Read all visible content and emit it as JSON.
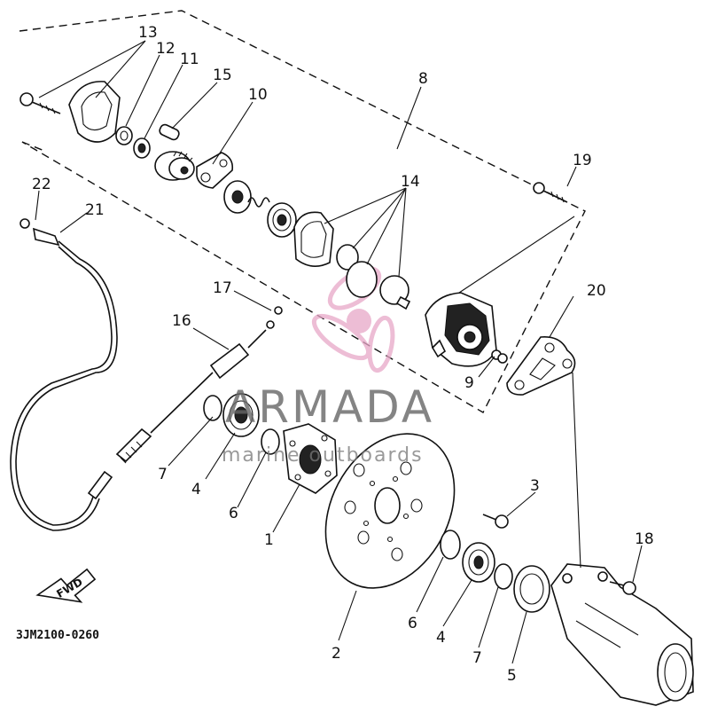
{
  "diagram": {
    "part_code": "3JM2100-0260",
    "fwd_label": "FWD",
    "callouts": {
      "n1": "1",
      "n2": "2",
      "n3": "3",
      "n4a": "4",
      "n4b": "4",
      "n5": "5",
      "n6a": "6",
      "n6b": "6",
      "n7a": "7",
      "n7b": "7",
      "n8": "8",
      "n9": "9",
      "n10": "10",
      "n11": "11",
      "n12": "12",
      "n13": "13",
      "n14": "14",
      "n15": "15",
      "n16": "16",
      "n17": "17",
      "n18": "18",
      "n19": "19",
      "n20": "20",
      "n21": "21",
      "n22": "22"
    }
  },
  "watermark": {
    "brand": "ARMADA",
    "tagline": "marine outboards",
    "accent_color": "#e8a8c8"
  }
}
